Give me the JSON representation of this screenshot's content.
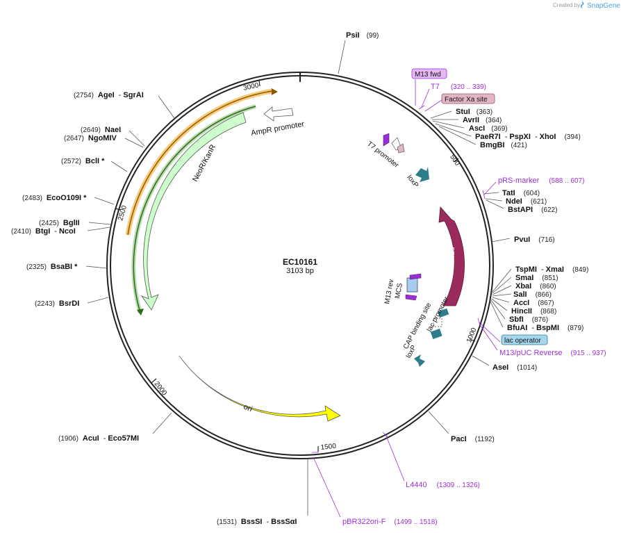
{
  "header": {
    "created_by": "Created by",
    "brand": "SnapGene"
  },
  "plasmid": {
    "name": "EC10161",
    "size_label": "3103 bp"
  },
  "ticks": [
    "3000",
    "500",
    "1000",
    "1500",
    "2000",
    "2500"
  ],
  "sites": [
    {
      "id": "psi",
      "name": "PsiI",
      "pos": "(99)"
    },
    {
      "id": "stu",
      "name": "StuI",
      "pos": "(363)"
    },
    {
      "id": "avr",
      "name": "AvrII",
      "pos": "(364)"
    },
    {
      "id": "asc",
      "name": "AscI",
      "pos": "(369)"
    },
    {
      "id": "pae",
      "name": "PaeR7I",
      "name2": "PspXI",
      "name3": "XhoI",
      "pos": "(394)"
    },
    {
      "id": "bmg",
      "name": "BmgBI",
      "pos": "(421)"
    },
    {
      "id": "tat",
      "name": "TatI",
      "pos": "(604)"
    },
    {
      "id": "nde",
      "name": "NdeI",
      "pos": "(621)"
    },
    {
      "id": "bst",
      "name": "BstAPI",
      "pos": "(622)"
    },
    {
      "id": "pvu",
      "name": "PvuI",
      "pos": "(716)"
    },
    {
      "id": "tsp",
      "name": "TspMI",
      "name2": "XmaI",
      "pos": "(849)"
    },
    {
      "id": "sma",
      "name": "SmaI",
      "pos": "(851)"
    },
    {
      "id": "xba",
      "name": "XbaI",
      "pos": "(860)"
    },
    {
      "id": "sal",
      "name": "SalI",
      "pos": "(866)"
    },
    {
      "id": "acc",
      "name": "AccI",
      "pos": "(867)"
    },
    {
      "id": "hinc",
      "name": "HincII",
      "pos": "(868)"
    },
    {
      "id": "sbf",
      "name": "SbfI",
      "pos": "(876)"
    },
    {
      "id": "bfu",
      "name": "BfuAI",
      "name2": "BspMI",
      "pos": "(879)"
    },
    {
      "id": "ase",
      "name": "AseI",
      "pos": "(1014)"
    },
    {
      "id": "pac",
      "name": "PacI",
      "pos": "(1192)"
    },
    {
      "id": "bss",
      "name": "BssSI",
      "name2": "BssSαI",
      "pos": "(1531)"
    },
    {
      "id": "acu",
      "name": "AcuI",
      "name2": "Eco57MI",
      "pos": "(1906)"
    },
    {
      "id": "bsr",
      "name": "BsrDI",
      "pos": "(2243)"
    },
    {
      "id": "bsa",
      "name": "BsaBI *",
      "pos": "(2325)"
    },
    {
      "id": "bgl",
      "name": "BglII",
      "pos": "(2425)"
    },
    {
      "id": "btg",
      "name": "BtgI",
      "name2": "NcoI",
      "pos": "(2410)"
    },
    {
      "id": "eco",
      "name": "EcoO109I *",
      "pos": "(2483)"
    },
    {
      "id": "bcl",
      "name": "BclI *",
      "pos": "(2572)"
    },
    {
      "id": "nae",
      "name": "NaeI",
      "pos": "(2649)"
    },
    {
      "id": "ngo",
      "name": "NgoMIV",
      "pos": "(2647)"
    },
    {
      "id": "age",
      "name": "AgeI",
      "name2": "SgrAI",
      "pos": "(2754)"
    }
  ],
  "primers": [
    {
      "id": "t7",
      "name": "T7",
      "pos": "(320 .. 339)"
    },
    {
      "id": "prs",
      "name": "pRS-marker",
      "pos": "(588 .. 607)"
    },
    {
      "id": "m13puc",
      "name": "M13/pUC Reverse",
      "pos": "(915 .. 937)"
    },
    {
      "id": "l4440",
      "name": "L4440",
      "pos": "(1309 .. 1326)"
    },
    {
      "id": "pbr",
      "name": "pBR322ori-F",
      "pos": "(1499 .. 1518)"
    }
  ],
  "boxed_labels": {
    "m13fwd": "M13 fwd",
    "factor_xa": "Factor Xa site",
    "lac_operator": "lac operator"
  },
  "features": {
    "ampr_promoter": "AmpR promoter",
    "neor": "NeoR/KanR",
    "ori": "ori",
    "lacz": "lacZα",
    "t7_promoter": "T7 promoter",
    "loxp1": "loxP",
    "loxp2": "loxP",
    "m13rev": "M13 rev",
    "mcs": "MCS",
    "lac_promoter": "lac promoter",
    "cap": "CAP binding site"
  },
  "colors": {
    "backbone": "#222222",
    "primer": "#9a2fd6",
    "ori": "#ffff00",
    "neor": "#ccffcc",
    "lacz": "#9b2a5e",
    "loxp": "#2e7d8c",
    "orange_strand": "#f5a623",
    "green_strand": "#2e7d1f"
  }
}
